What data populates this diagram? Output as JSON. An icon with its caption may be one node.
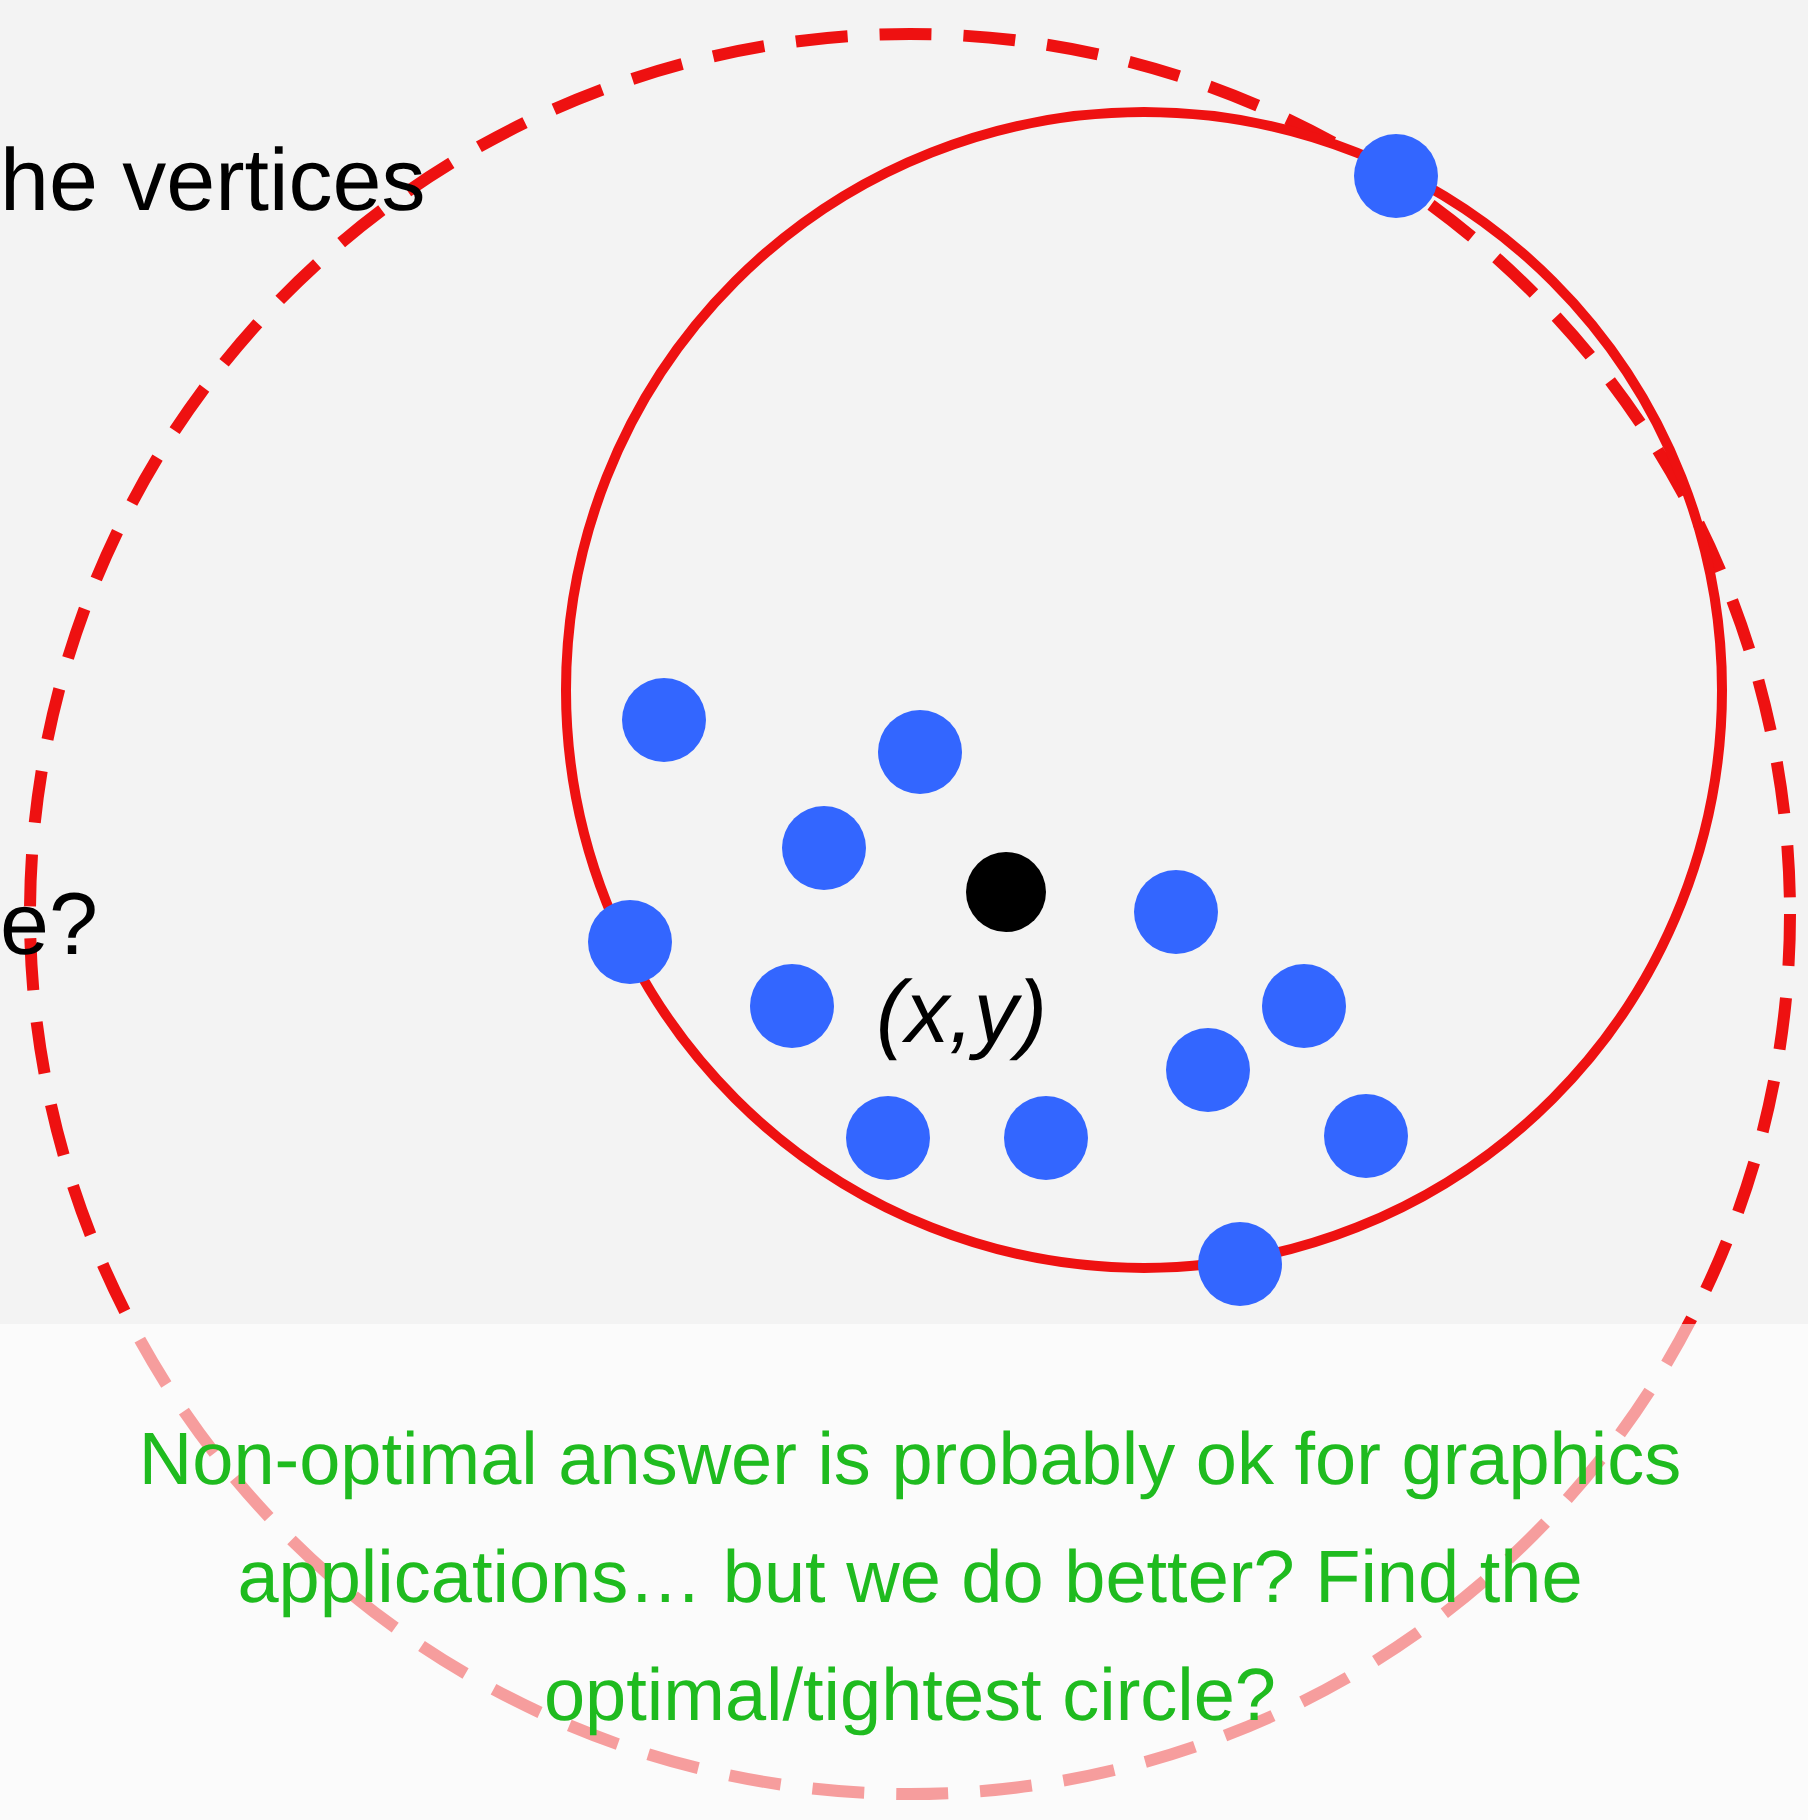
{
  "diagram": {
    "labels": [
      "he vertices",
      "e?",
      "(x,y)",
      "Non-optimal answer is probably ok for graphics applications… but we do better? Find the optimal/tightest circle?"
    ]
  }
}
